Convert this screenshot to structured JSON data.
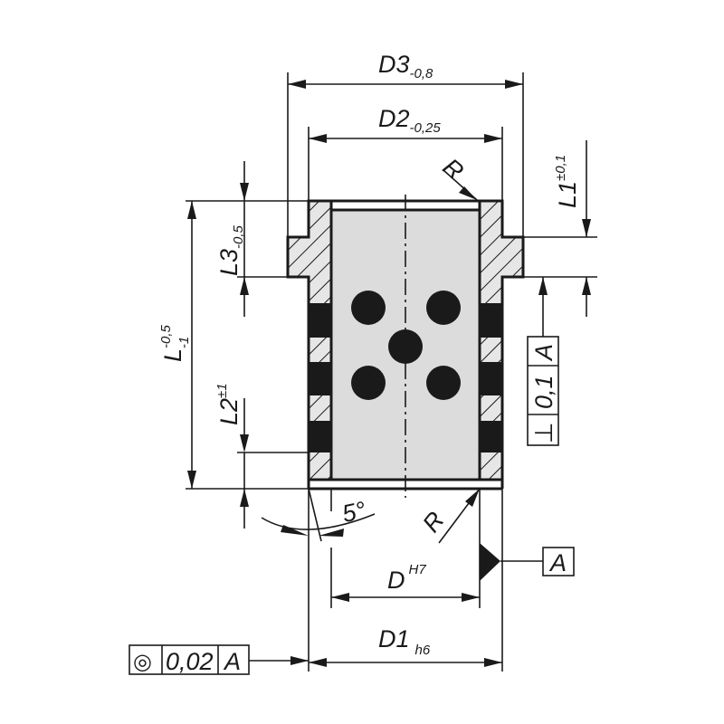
{
  "dimensions": {
    "d3": {
      "label": "D3",
      "tol": "-0,8"
    },
    "d2": {
      "label": "D2",
      "tol": "-0,25"
    },
    "r_top": "R",
    "l1": {
      "label": "L1",
      "tol": "±0,1"
    },
    "l3": {
      "label": "L3",
      "tol": "-0,5"
    },
    "l": {
      "label": "L",
      "tol_upper": "-0,5",
      "tol_lower": "-1"
    },
    "l2": {
      "label": "L2",
      "tol": "±1"
    },
    "angle": "5°",
    "r_bottom": "R",
    "d": {
      "label": "D",
      "tol": "H7"
    },
    "d1": {
      "label": "D1",
      "tol": "h6"
    }
  },
  "datum": {
    "label": "A"
  },
  "perpendicularity_frame": {
    "symbol": "⊥",
    "value": "0,1",
    "datum": "A"
  },
  "concentricity_frame": {
    "symbol": "◎",
    "value": "0,02",
    "datum": "A"
  },
  "colors": {
    "line": "#1a1a1a",
    "bore": "#dcdcdc",
    "wall": "#e6e6e6"
  }
}
